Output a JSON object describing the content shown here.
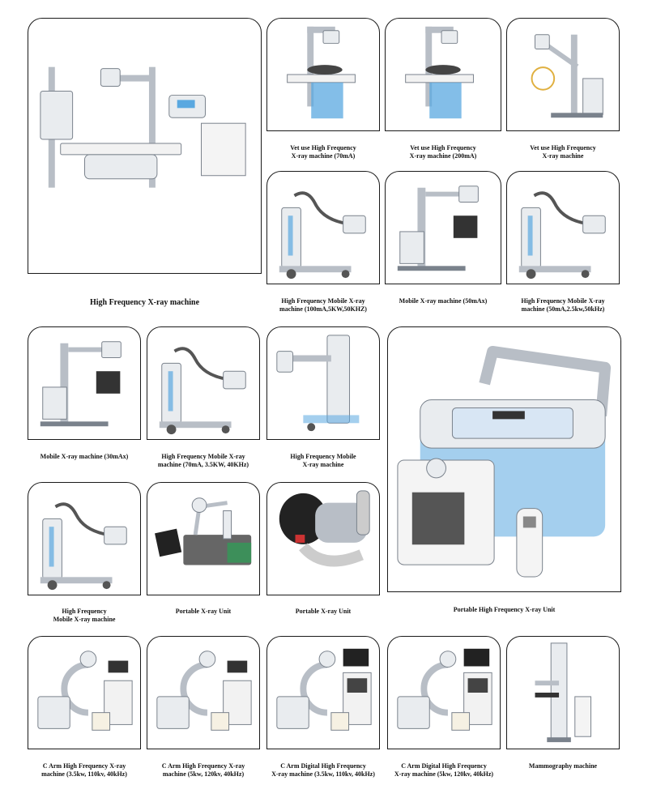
{
  "products": [
    {
      "id": "p1",
      "caption": "High Frequency X-ray machine",
      "kind": "table-xray"
    },
    {
      "id": "p2",
      "caption": "Vet use High Frequency\nX-ray machine (70mA)",
      "kind": "vet-table"
    },
    {
      "id": "p3",
      "caption": "Vet use High Frequency\nX-ray machine (200mA)",
      "kind": "vet-table"
    },
    {
      "id": "p4",
      "caption": "Vet use High Frequency\nX-ray machine",
      "kind": "vet-mobile"
    },
    {
      "id": "p5",
      "caption": "High Frequency Mobile X-ray\nmachine (100mA,5KW,50KHZ)",
      "kind": "mobile-arm"
    },
    {
      "id": "p6",
      "caption": "Mobile X-ray machine (50mAx)",
      "kind": "mobile-post"
    },
    {
      "id": "p7",
      "caption": "High Frequency Mobile X-ray\nmachine (50mA,2.5kw,50kHz)",
      "kind": "mobile-arm"
    },
    {
      "id": "p8",
      "caption": "Mobile X-ray machine (30mAx)",
      "kind": "mobile-post"
    },
    {
      "id": "p9",
      "caption": "High Frequency Mobile X-ray\nmachine (70mA, 3.5KW, 40KHz)",
      "kind": "mobile-arm"
    },
    {
      "id": "p10",
      "caption": "High Frequency Mobile\nX-ray machine",
      "kind": "mobile-column"
    },
    {
      "id": "p11",
      "caption": "Portable High Frequency X-ray Unit",
      "kind": "portable-box"
    },
    {
      "id": "p12",
      "caption": "High Frequency\nMobile X-ray machine",
      "kind": "mobile-arm"
    },
    {
      "id": "p13",
      "caption": "Portable X-ray Unit",
      "kind": "portable-case"
    },
    {
      "id": "p14",
      "caption": "Portable X-ray Unit",
      "kind": "handheld"
    },
    {
      "id": "p15",
      "caption": "C Arm High Frequency X-ray\nmachine (3.5kw, 110kv, 40kHz)",
      "kind": "c-arm"
    },
    {
      "id": "p16",
      "caption": "C Arm High Frequency X-ray\nmachine (5kw, 120kv, 40kHz)",
      "kind": "c-arm"
    },
    {
      "id": "p17",
      "caption": "C Arm Digital High Frequency\nX-ray machine (3.5kw, 110kv, 40kHz)",
      "kind": "c-arm-digital"
    },
    {
      "id": "p18",
      "caption": "C Arm Digital High Frequency\nX-ray machine (5kw, 120kv, 40kHz)",
      "kind": "c-arm-digital"
    },
    {
      "id": "p19",
      "caption": "Mammography machine",
      "kind": "mammography"
    }
  ],
  "colors": {
    "accent": "#5aa8e0",
    "frame": "#1a1a1a",
    "device": "#e9ecef",
    "shade": "#b8bec6"
  }
}
